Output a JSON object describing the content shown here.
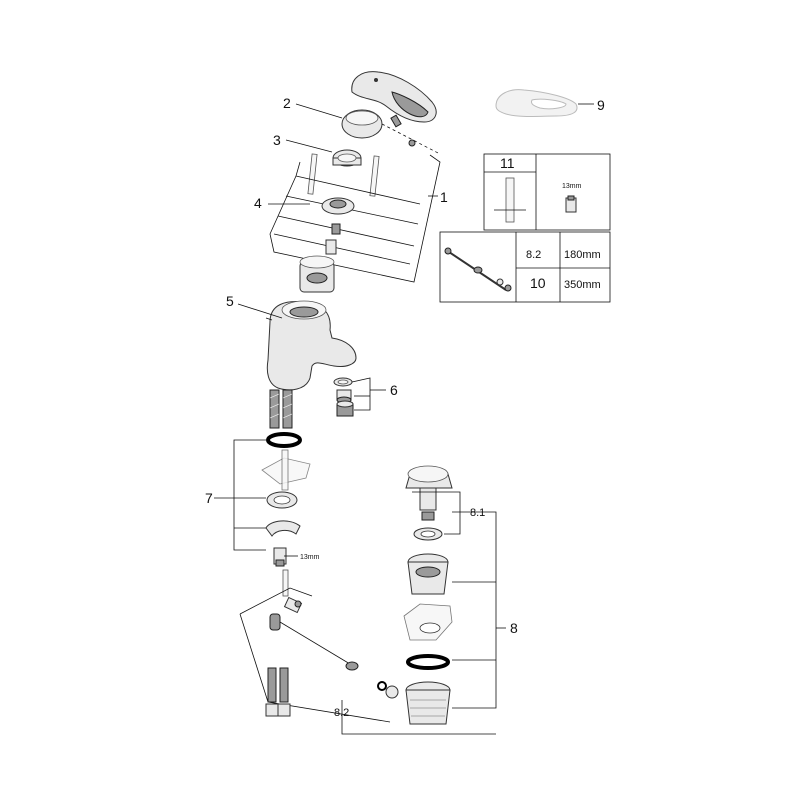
{
  "labels": {
    "p1": "1",
    "p2": "2",
    "p3": "3",
    "p4": "4",
    "p5": "5",
    "p6": "6",
    "p7": "7",
    "p8": "8",
    "p8_1": "8.1",
    "p8_2": "8.2",
    "p9": "9",
    "p13mm": "13mm"
  },
  "tool_table": {
    "item11": "11",
    "wrench": "13mm"
  },
  "rod_table": {
    "rows": [
      {
        "part": "8.2",
        "length": "180mm"
      },
      {
        "part": "10",
        "length": "350mm"
      }
    ]
  }
}
